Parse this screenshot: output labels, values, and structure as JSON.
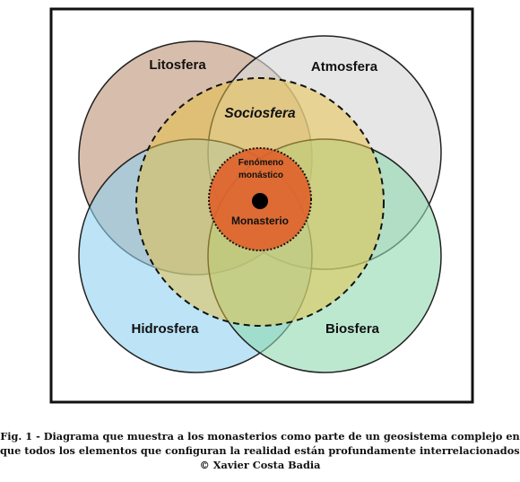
{
  "diagram": {
    "labels": {
      "litosfera": "Litosfera",
      "atmosfera": "Atmosfera",
      "sociosfera": "Sociosfera",
      "fenomeno_line1": "Fenómeno",
      "fenomeno_line2": "monástico",
      "monasterio": "Monasterio",
      "hidrosfera": "Hidrosfera",
      "biosfera": "Biosfera"
    },
    "colors": {
      "litosfera": "#c9a890",
      "atmosfera": "#d9d9d9",
      "hidrosfera": "#8fd0f0",
      "biosfera": "#8fd8b0",
      "sociosfera": "#e8c040",
      "fenomeno": "#e0602a",
      "outline": "#222222"
    }
  },
  "caption": {
    "line1": "Fig. 1 - Diagrama que muestra a los monasterios como parte de un geosistema complejo en",
    "line2": "que todos los elementos que configuran la realidad están profundamente interrelacionados.",
    "line3": "© Xavier Costa Badia"
  }
}
